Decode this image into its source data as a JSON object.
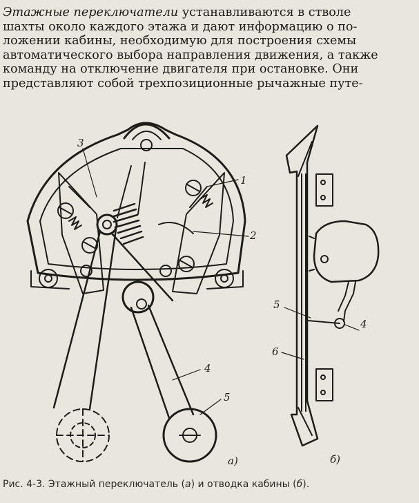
{
  "paragraph": {
    "line1_em": "Этажные переключатели",
    "line1_rest": " устанавливаются в стволе",
    "line2": "шахты около каждого этажа и дают информацию о по-",
    "line3": "ложении кабины, необходимую для построения схемы",
    "line4": "автоматического выбора направления движения, а также",
    "line5": "команду на отключение двигателя при остановке. Они",
    "line6": "представляют собой трехпозиционные рычажные путе-"
  },
  "figure": {
    "labels_a": {
      "l1": "1",
      "l2": "2",
      "l3": "3",
      "l4": "4",
      "l5": "5"
    },
    "labels_b": {
      "l4": "4",
      "l5": "5",
      "l6": "6"
    },
    "sub_a": "а)",
    "sub_b": "б)"
  },
  "caption": {
    "prefix": "Рис. 4-3. Этажный переключатель (",
    "a": "а",
    "middle": ") и отводка кабины (",
    "b": "б",
    "suffix": ")."
  }
}
